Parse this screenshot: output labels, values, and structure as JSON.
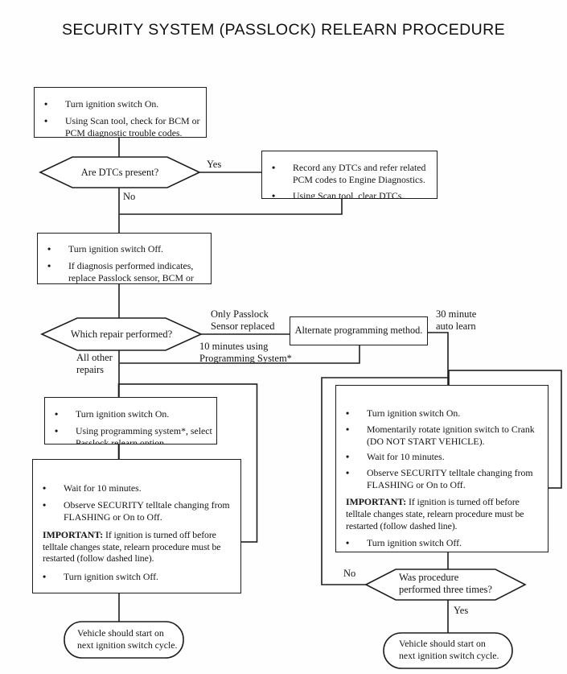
{
  "title": "SECURITY SYSTEM (PASSLOCK) RELEARN PROCEDURE",
  "nodes": {
    "start_checks": {
      "bullets": [
        "Turn ignition switch On.",
        "Using Scan tool, check for BCM or\nPCM diagnostic trouble codes."
      ]
    },
    "dtc_present": {
      "label": "Are DTCs present?"
    },
    "record_dtcs": {
      "bullets": [
        "Record any DTCs and refer related\nPCM codes to Engine Diagnostics.",
        "Using Scan tool, clear DTCs."
      ]
    },
    "ignition_off": {
      "bullets": [
        "Turn ignition switch Off.",
        "If diagnosis performed indicates,\nreplace Passlock sensor, BCM or\nPCM."
      ]
    },
    "which_repair": {
      "label": "Which repair performed?"
    },
    "alternate_method": {
      "label": "Alternate programming method."
    },
    "left_setup": {
      "bullets": [
        "Turn ignition switch On.",
        "Using programming system*, select\nPasslock relearn option."
      ]
    },
    "left_wait": {
      "bullets_top": [
        "Wait for 10 minutes.",
        "Observe SECURITY telltale changing from\nFLASHING or On to Off."
      ],
      "important_label": "IMPORTANT:",
      "important_text": " If ignition is turned off before\ntelltale changes state, relearn procedure must be\nrestarted (follow dashed line).",
      "bullets_bottom": [
        "Turn ignition switch Off."
      ]
    },
    "right_procedure": {
      "bullets_top": [
        "Turn ignition switch On.",
        "Momentarily rotate ignition switch to Crank\n(DO NOT START VEHICLE).",
        "Wait for 10 minutes.",
        "Observe SECURITY telltale changing from\nFLASHING or On to Off."
      ],
      "important_label": "IMPORTANT:",
      "important_text": " If ignition is turned off before\ntelltale changes state, relearn procedure must be\nrestarted (follow dashed line).",
      "bullets_bottom": [
        "Turn ignition switch Off."
      ]
    },
    "three_times": {
      "label": "Was procedure\nperformed three times?"
    },
    "left_result": {
      "label": "Vehicle should start on\nnext ignition switch cycle."
    },
    "right_result": {
      "label": "Vehicle should start on\nnext ignition switch cycle."
    }
  },
  "edge_labels": {
    "dtc_yes": "Yes",
    "dtc_no": "No",
    "only_passlock": "Only Passlock\nSensor replaced",
    "ten_minutes": "10 minutes using\nProgramming System*",
    "all_other": "All other\nrepairs",
    "thirty_minute": "30 minute\nauto learn",
    "three_no": "No",
    "three_yes": "Yes"
  },
  "colors": {
    "ink": "#1d1d1d",
    "paper": "#ffffff"
  }
}
